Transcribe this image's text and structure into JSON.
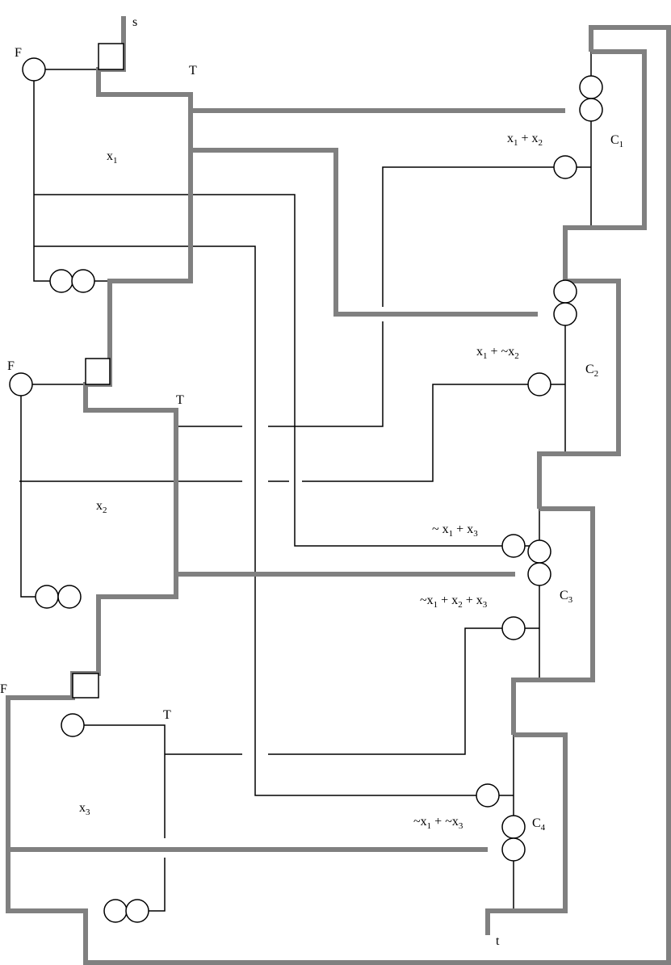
{
  "labels": {
    "s": "s",
    "t": "t",
    "T": "T",
    "F": "F",
    "var_base": "x",
    "clause_base": "C",
    "tilde": "~",
    "plus": "+"
  },
  "variables": [
    {
      "name": "x",
      "sub": "1"
    },
    {
      "name": "x",
      "sub": "2"
    },
    {
      "name": "x",
      "sub": "3"
    }
  ],
  "clauses": [
    {
      "name": "C",
      "sub": "1",
      "expr": [
        {
          "neg": false,
          "var": "1"
        },
        {
          "neg": false,
          "var": "2"
        }
      ]
    },
    {
      "name": "C",
      "sub": "2",
      "expr": [
        {
          "neg": false,
          "var": "1"
        },
        {
          "neg": true,
          "var": "2"
        }
      ]
    },
    {
      "name": "C",
      "sub": "3",
      "expr": [
        {
          "neg": true,
          "var": "1"
        },
        {
          "neg": false,
          "var": "3"
        }
      ],
      "expr2": [
        {
          "neg": true,
          "var": "1"
        },
        {
          "neg": false,
          "var": "2"
        },
        {
          "neg": false,
          "var": "3"
        }
      ]
    },
    {
      "name": "C",
      "sub": "4",
      "expr": [
        {
          "neg": true,
          "var": "1"
        },
        {
          "neg": true,
          "var": "3"
        }
      ]
    }
  ],
  "colors": {
    "thick_path": "#808080",
    "thin_line": "#000000",
    "background": "#ffffff"
  }
}
